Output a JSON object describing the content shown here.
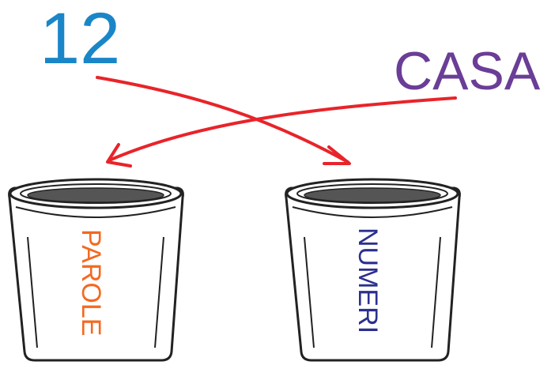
{
  "diagram": {
    "number_item": {
      "text": "12",
      "color": "#1a86c8"
    },
    "word_item": {
      "text": "CASA",
      "color": "#6a3d97"
    },
    "arrow_color": "#e8242a",
    "cups": [
      {
        "label": "PAROLE",
        "label_color": "#f26a21"
      },
      {
        "label": "NUMERI",
        "label_color": "#2b2f8f"
      }
    ]
  }
}
